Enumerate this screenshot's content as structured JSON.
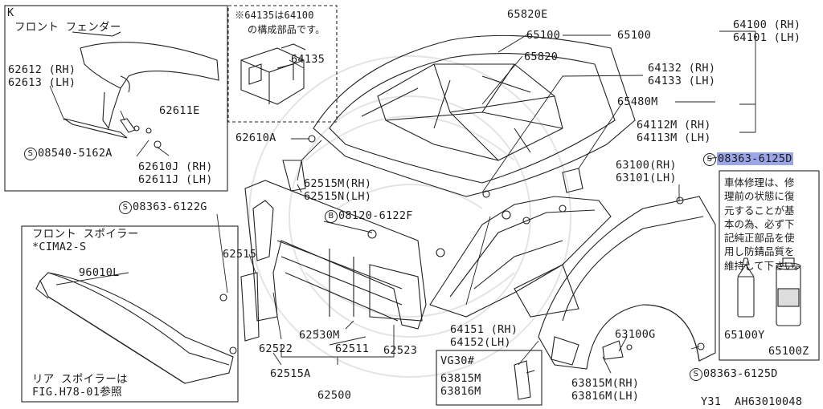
{
  "labels": {
    "k_tag": "K",
    "front_fender": "フロント フェンダー",
    "p62612_rh": "62612 (RH)",
    "p62613_lh": "62613 (LH)",
    "p62611e": "62611E",
    "p08540": "08540-5162A",
    "p62610j": "62610J (RH)",
    "p62611j": "62611J (LH)",
    "note64135_1": "※64135は64100",
    "note64135_2": "の構成部品です。",
    "p64135": "64135",
    "p62610a": "62610A",
    "p62515m": "62515M(RH)",
    "p62515n": "62515N(LH)",
    "p08363_6122g": "08363-6122G",
    "p08120": "08120-6122F",
    "p65820e": "65820E",
    "p65100_a": "65100",
    "p65100_b": "65100",
    "p65820": "65820",
    "p64100": "64100 (RH)",
    "p64101": "64101 (LH)",
    "p64132": "64132 (RH)",
    "p64133": "64133 (LH)",
    "p65480m": "65480M",
    "p64112m": "64112M (RH)",
    "p64113m": "64113M (LH)",
    "p08363_6125d_top": "08363-6125D",
    "p63100": "63100(RH)",
    "p63101": "63101(LH)",
    "front_spoiler": "フロント スポイラー",
    "cima": "*CIMA2-S",
    "p96010l": "96010L",
    "rear_spoiler_1": "リア スポイラーは",
    "rear_spoiler_2": "FIG.H78-01参照",
    "p62515": "62515",
    "p62530m": "62530M",
    "p62522": "62522",
    "p62511": "62511",
    "p62523": "62523",
    "p62515a": "62515A",
    "p62500": "62500",
    "p64151": "64151 (RH)",
    "p64152": "64152(LH)",
    "vg30": "VG30#",
    "p63815m_box": "63815M",
    "p63816m_box": "63816M",
    "p63100g": "63100G",
    "p63815m": "63815M(RH)",
    "p63816m": "63816M(LH)",
    "p08363_6125d_bot": "08363-6125D",
    "p65100y": "65100Y",
    "p65100z": "65100Z",
    "footer_y31": "Y31",
    "footer_code": "AH63010048"
  },
  "symbols": {
    "s": "S",
    "b": "B"
  },
  "repair_note": [
    "車体修理は、修",
    "理前の状態に復",
    "元することが基",
    "本の為、必ず下",
    "記純正部品を使",
    "用し防錆品質を",
    "維持して下さい。"
  ],
  "highlight_color": "#9aa6e8"
}
